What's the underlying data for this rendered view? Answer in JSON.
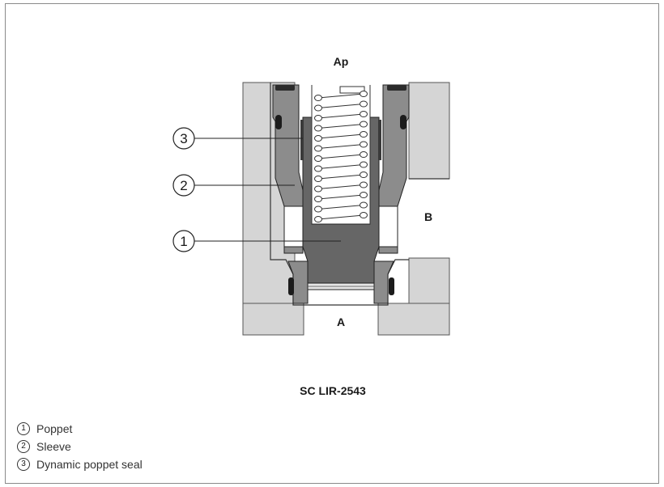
{
  "ports": {
    "top": "Ap",
    "side": "B",
    "bottom": "A"
  },
  "callouts": [
    "3",
    "2",
    "1"
  ],
  "drawing_id": "SC LIR-2543",
  "legend": [
    {
      "num": "1",
      "label": "Poppet"
    },
    {
      "num": "2",
      "label": "Sleeve"
    },
    {
      "num": "3",
      "label": "Dynamic poppet seal"
    }
  ],
  "colors": {
    "housing": "#d5d5d5",
    "sleeve": "#8c8c8c",
    "poppet": "#666666",
    "seal": "#2b2b2b",
    "line": "#222222"
  }
}
